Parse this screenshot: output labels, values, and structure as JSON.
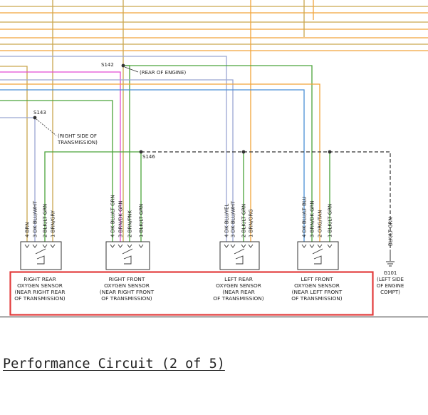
{
  "splices": {
    "s142": {
      "id": "S142",
      "note": "(REAR OF ENGINE)"
    },
    "s143": {
      "id": "S143",
      "note_lines": [
        "(RIGHT SIDE OF",
        "TRANSMISSION)"
      ]
    },
    "s146": {
      "id": "S146"
    }
  },
  "ground": {
    "id": "G101",
    "note_lines": [
      "(LEFT SIDE",
      "OF ENGINE",
      "COMPT)"
    ]
  },
  "ground_wire_label": "BLK/LT GRN",
  "sensors": [
    {
      "name_lines": [
        "RIGHT REAR",
        "OXYGEN SENSOR",
        "(NEAR RIGHT REAR",
        "OF TRANSMISSION)"
      ],
      "pins": [
        "4 BRN",
        "3 DK BLU/WHT",
        "2 BLK/LT GRN",
        "1 BRN/GRY"
      ]
    },
    {
      "name_lines": [
        "RIGHT FRONT",
        "OXYGEN SENSOR",
        "(NEAR RIGHT FRONT",
        "OF TRANSMISSION)"
      ],
      "pins": [
        "4 DK BLU/LT GRN",
        "3 BRN/DK GRN",
        "2 BRN/PNK",
        "1 BLK/LT GRN"
      ]
    },
    {
      "name_lines": [
        "LEFT REAR",
        "OXYGEN SENSOR",
        "(NEAR REAR",
        "OF TRANSMISSION)"
      ],
      "pins": [
        "4 DK BLU/YEL",
        "3 DK BLU/WHT",
        "2 BLK/LT GRN",
        "1 BRN/ORG"
      ]
    },
    {
      "name_lines": [
        "LEFT FRONT",
        "OXYGEN SENSOR",
        "(NEAR LEFT FRONT",
        "OF TRANSMISSION)"
      ],
      "pins": [
        "4 DK BLU/LT BLU",
        "3 BRN/DK GRN",
        "2 ORG/TAN",
        "1 BLK/LT GRN"
      ]
    }
  ],
  "caption": "Performance Circuit (2 of 5)",
  "colors": {
    "tan": "#caa64e",
    "orange": "#f2a43a",
    "green": "#4aa33a",
    "pink": "#e24ad4",
    "blue": "#4a8fd6",
    "gray_blue": "#9aa6d2",
    "highlight": "#e23b3b",
    "line": "#333333"
  }
}
